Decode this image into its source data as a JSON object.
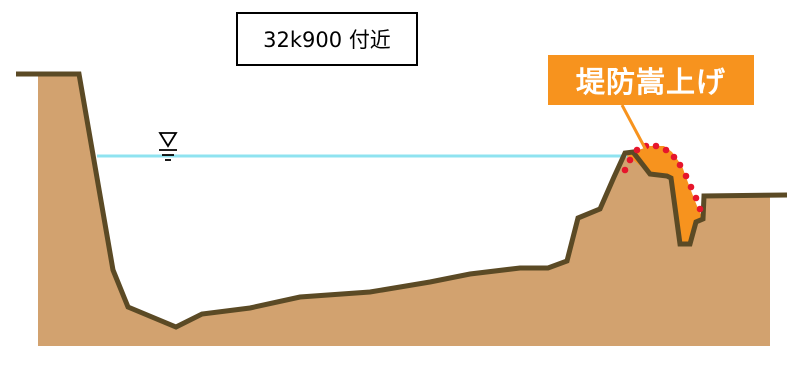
{
  "location_label": "32k900 付近",
  "callout_label": "堤防嵩上げ",
  "symbols": {
    "water_level": "water-level-mark"
  },
  "colors": {
    "ground": "#d2a26f",
    "ground_outline": "#5b4a25",
    "water_line": "#8fe3f0",
    "raise_fill": "#f7931e",
    "raise_dots": "#e6152b",
    "callout_bg": "#f7931e"
  }
}
